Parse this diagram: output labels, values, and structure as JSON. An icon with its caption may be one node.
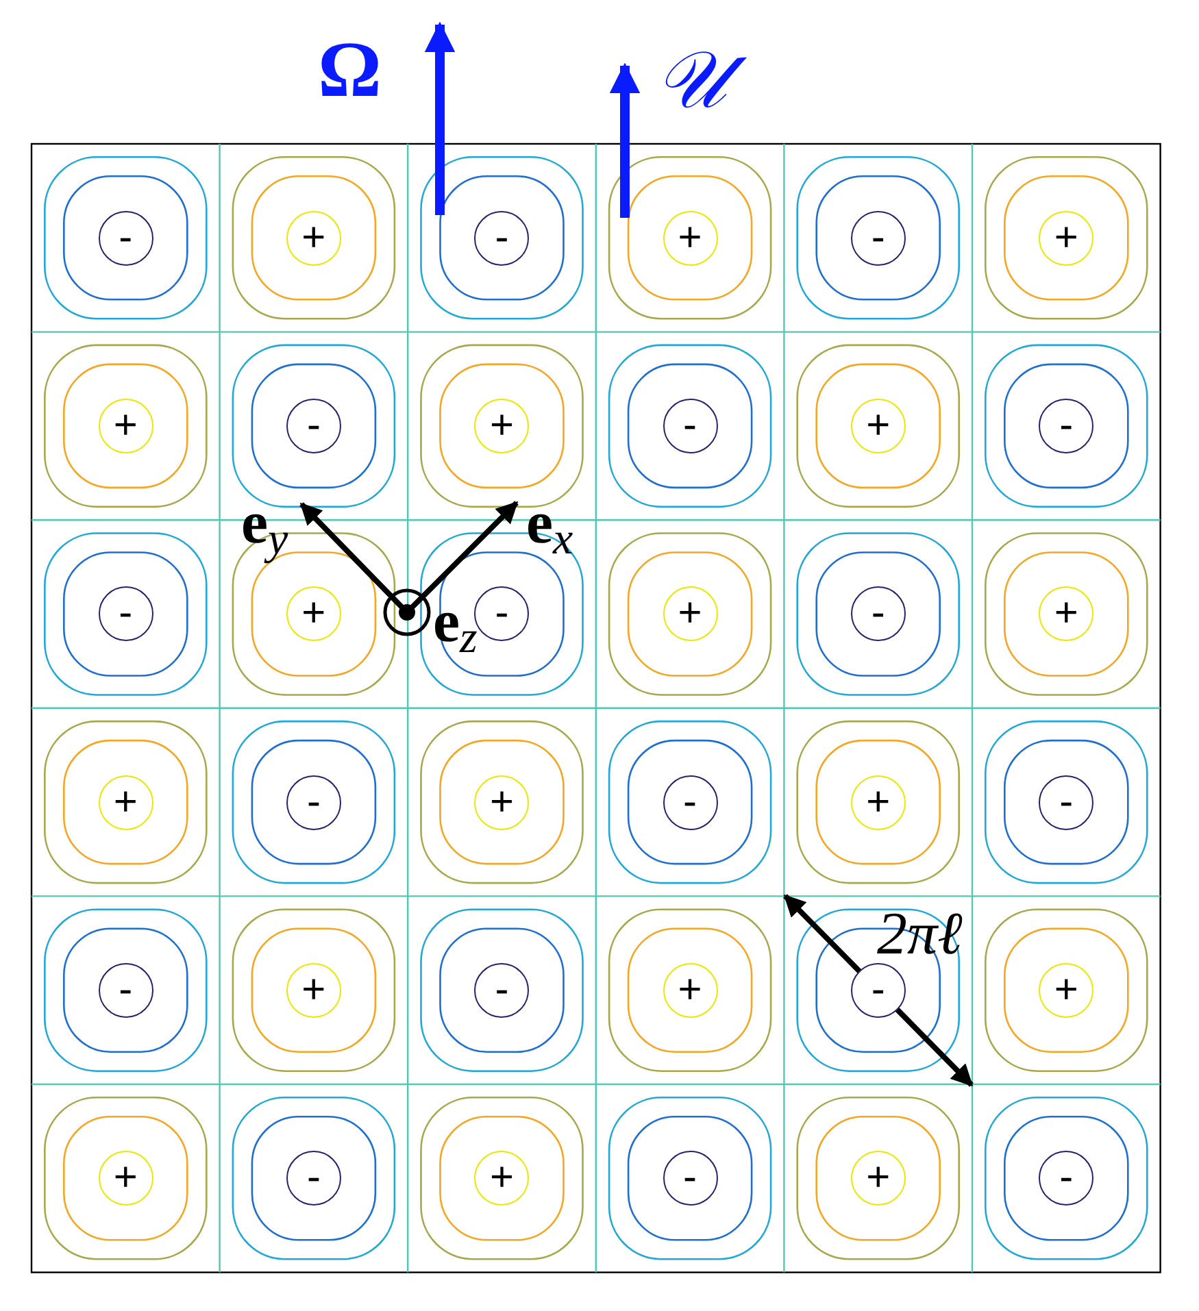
{
  "diagram": {
    "nodes": [
      {
        "text": [
          "-"
        ]
      },
      {
        "text": [
          "+"
        ]
      },
      {
        "text": [
          "-"
        ]
      },
      {
        "text": [
          "+"
        ]
      },
      {
        "text": [
          "-"
        ]
      },
      {
        "text": [
          "+"
        ]
      },
      {
        "text": [
          "+"
        ]
      },
      {
        "text": [
          "-"
        ]
      },
      {
        "text": [
          "+"
        ]
      },
      {
        "text": [
          "-"
        ]
      },
      {
        "text": [
          "+"
        ]
      },
      {
        "text": [
          "-"
        ]
      },
      {
        "text": [
          "-"
        ]
      },
      {
        "text": [
          "+"
        ]
      },
      {
        "text": [
          "-"
        ]
      },
      {
        "text": [
          "+"
        ]
      },
      {
        "text": [
          "-"
        ]
      },
      {
        "text": [
          "+"
        ]
      },
      {
        "text": [
          "+"
        ]
      },
      {
        "text": [
          "-"
        ]
      },
      {
        "text": [
          "+"
        ]
      },
      {
        "text": [
          "-"
        ]
      },
      {
        "text": [
          "+"
        ]
      },
      {
        "text": [
          "-"
        ]
      },
      {
        "text": [
          "-"
        ]
      },
      {
        "text": [
          "+"
        ]
      },
      {
        "text": [
          "-"
        ]
      },
      {
        "text": [
          "+"
        ]
      },
      {
        "text": [
          "-"
        ]
      },
      {
        "text": [
          "+"
        ]
      },
      {
        "text": [
          "+"
        ]
      },
      {
        "text": [
          "-"
        ]
      },
      {
        "text": [
          "+"
        ]
      },
      {
        "text": [
          "-"
        ]
      },
      {
        "text": [
          "+"
        ]
      },
      {
        "text": [
          "-"
        ]
      }
    ],
    "labels": [
      "Ω",
      "𝒰",
      "**e**$_{y}$",
      "**e**$_{x}$",
      "**e**$_{z}$",
      "2πℓ"
    ]
  }
}
